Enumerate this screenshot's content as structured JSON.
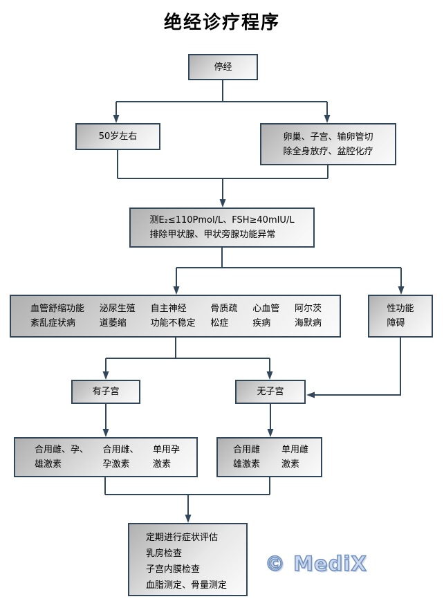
{
  "title": "绝经诊疗程序",
  "watermark": "© MediX",
  "colors": {
    "connector": "#32465a",
    "watermark_fill": "#ccd9ee",
    "watermark_outline": "#6f8fbc"
  },
  "nodes": {
    "stop": {
      "label": "停经"
    },
    "age50": {
      "label": "50岁左右"
    },
    "surgery": {
      "line1": "卵巢、子宫、输卵管切",
      "line2": "除全身放疗、盆腔化疗"
    },
    "test": {
      "line1": "测E₂≤110Pmol/L、FSH≥40mIU/L",
      "line2": "排除甲状腺、甲状旁腺功能异常"
    },
    "symptoms": {
      "cols": [
        {
          "line1": "血管舒缩功能",
          "line2": "紊乱症状病"
        },
        {
          "line1": "泌尿生殖",
          "line2": "道萎缩"
        },
        {
          "line1": "自主神经",
          "line2": "功能不稳定"
        },
        {
          "line1": "骨质疏",
          "line2": "松症"
        },
        {
          "line1": "心血管",
          "line2": "疾病"
        },
        {
          "line1": "阿尔茨",
          "line2": "海默病"
        }
      ]
    },
    "sexual": {
      "line1": "性功能",
      "line2": "障碍"
    },
    "uterus_yes": {
      "label": "有子宫"
    },
    "uterus_no": {
      "label": "无子宫"
    },
    "hrt_with_uterus": {
      "cols": [
        {
          "line1": "合用雌、孕、",
          "line2": "雄激素"
        },
        {
          "line1": "合用雌、",
          "line2": "孕激素"
        },
        {
          "line1": "单用孕",
          "line2": "激素"
        }
      ]
    },
    "hrt_no_uterus": {
      "cols": [
        {
          "line1": "合用雌",
          "line2": "雄激素"
        },
        {
          "line1": "单用雌",
          "line2": "激素"
        }
      ]
    },
    "followup": {
      "lines": [
        "定期进行症状评估",
        "乳房检查",
        "子宫内膜检查",
        "血脂测定、骨量测定"
      ]
    }
  }
}
